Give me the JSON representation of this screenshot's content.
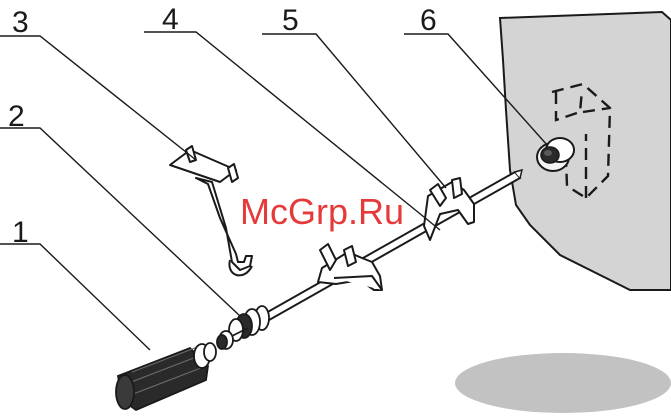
{
  "callouts": [
    {
      "id": "1",
      "label": "1"
    },
    {
      "id": "2",
      "label": "2"
    },
    {
      "id": "3",
      "label": "3"
    },
    {
      "id": "4",
      "label": "4"
    },
    {
      "id": "5",
      "label": "5"
    },
    {
      "id": "6",
      "label": "6"
    }
  ],
  "watermark": "McGrp.Ru",
  "colors": {
    "outline": "#1a1a1a",
    "wall": "#d4d4d4",
    "shadow": "#c2c2c2",
    "handle": "#2a2a2a",
    "watermark": "#e01818"
  }
}
